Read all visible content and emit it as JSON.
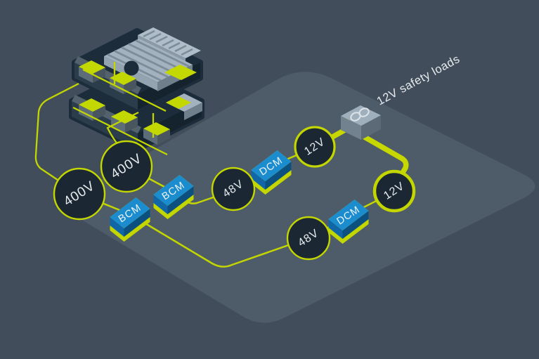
{
  "scene": {
    "background_color": "#414d5a",
    "platform_color": "#4e5b68",
    "accent_color": "#c3d600",
    "node_fill_color": "#1b2833",
    "converter_blue": "#1b8dcf",
    "label_color": "#e7ecef",
    "illustration": "battery-rack-isometric",
    "load_icon": "linked-rings"
  },
  "diagram": {
    "upper_chain": [
      {
        "type": "voltage-node",
        "label": "400V"
      },
      {
        "type": "converter",
        "label": "BCM"
      },
      {
        "type": "voltage-node",
        "label": "48V"
      },
      {
        "type": "converter",
        "label": "DCM"
      },
      {
        "type": "voltage-node",
        "label": "12V"
      }
    ],
    "lower_chain": [
      {
        "type": "voltage-node",
        "label": "400V"
      },
      {
        "type": "converter",
        "label": "BCM"
      },
      {
        "type": "voltage-node",
        "label": "48V"
      },
      {
        "type": "converter",
        "label": "DCM"
      },
      {
        "type": "voltage-node",
        "label": "12V"
      }
    ],
    "load": {
      "label": "12V safety loads"
    }
  }
}
